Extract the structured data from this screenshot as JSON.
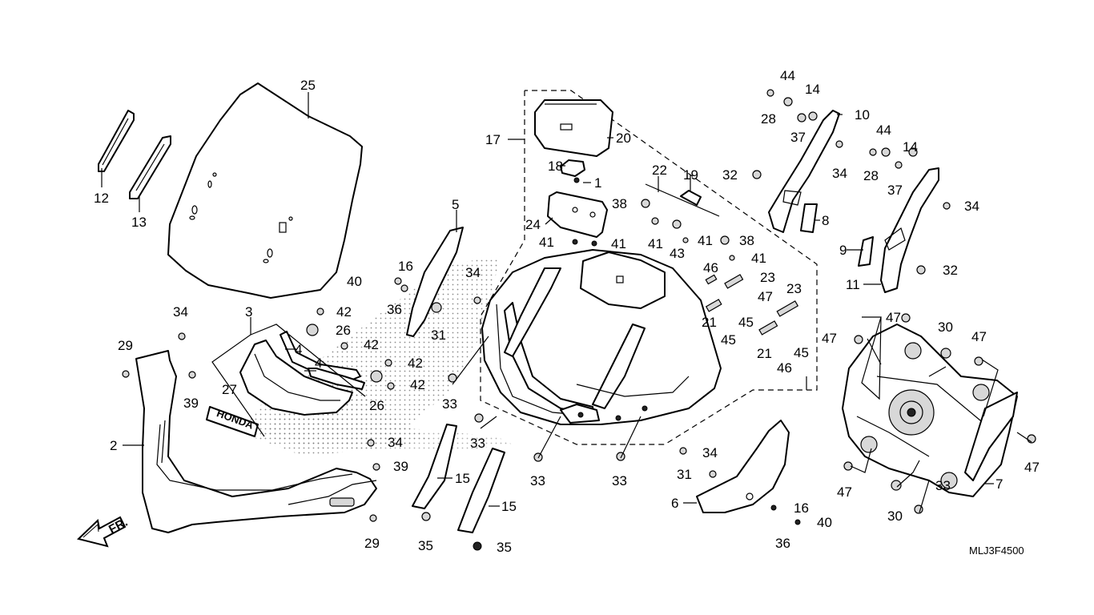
{
  "diagram": {
    "code": "MLJ3F4500",
    "direction_label": "FR.",
    "brand_mark": "HONDA",
    "callouts": [
      "1",
      "2",
      "3",
      "4",
      "4",
      "5",
      "6",
      "7",
      "8",
      "9",
      "10",
      "11",
      "12",
      "13",
      "14",
      "14",
      "15",
      "15",
      "16",
      "16",
      "17",
      "18",
      "19",
      "20",
      "21",
      "21",
      "22",
      "23",
      "23",
      "24",
      "25",
      "26",
      "26",
      "27",
      "28",
      "28",
      "29",
      "29",
      "30",
      "30",
      "31",
      "31",
      "32",
      "32",
      "33",
      "33",
      "33",
      "33",
      "33",
      "34",
      "34",
      "34",
      "34",
      "34",
      "34",
      "35",
      "35",
      "36",
      "36",
      "37",
      "37",
      "38",
      "38",
      "39",
      "39",
      "40",
      "40",
      "41",
      "41",
      "41",
      "41",
      "41",
      "42",
      "42",
      "42",
      "42",
      "43",
      "44",
      "44",
      "45",
      "45",
      "45",
      "46",
      "46",
      "47",
      "47",
      "47",
      "47",
      "47",
      "47"
    ]
  }
}
